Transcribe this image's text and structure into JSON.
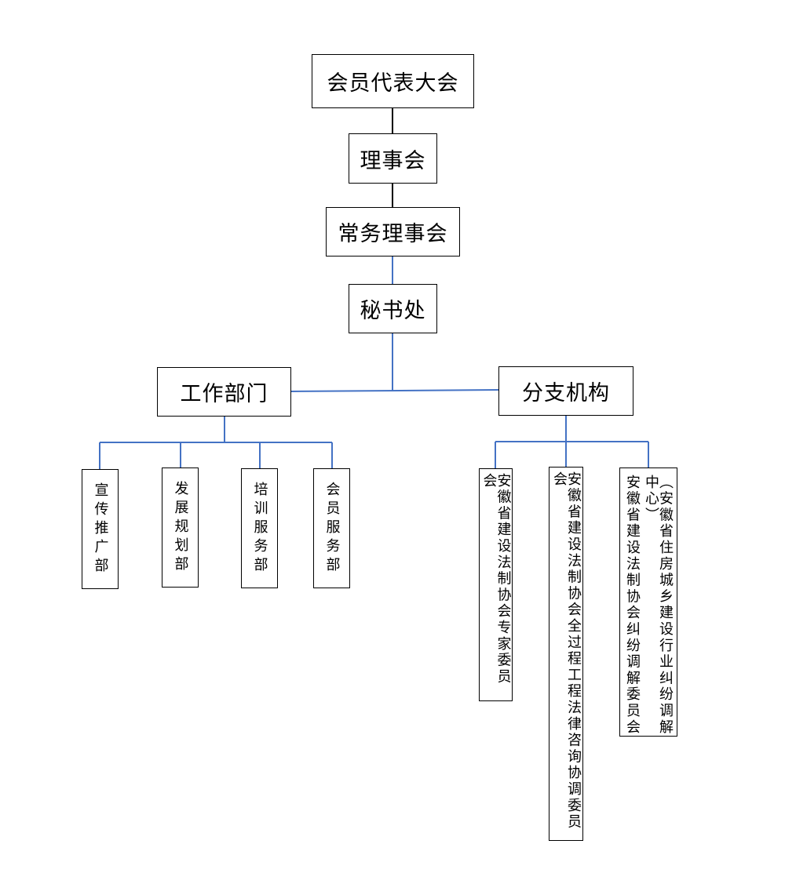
{
  "nodes": {
    "congress": "会员代表大会",
    "council": "理事会",
    "standing_council": "常务理事会",
    "secretariat": "秘书处",
    "work_departments": "工作部门",
    "branches": "分支机构"
  },
  "departments": [
    "宣传推广部",
    "发展规划部",
    "培训服务部",
    "会员服务部"
  ],
  "branch_units": [
    "安徽省建设法制协会专家委员会",
    "安徽省建设法制协会全过程工程法律咨询协调委员会"
  ],
  "mediation": {
    "line1": "（安徽省住房城乡建设行业纠纷调解中心）",
    "line2": "安徽省建设法制协会纠纷调解委员会"
  },
  "colors": {
    "black_connector": "#000000",
    "blue_connector": "#4472C4"
  }
}
